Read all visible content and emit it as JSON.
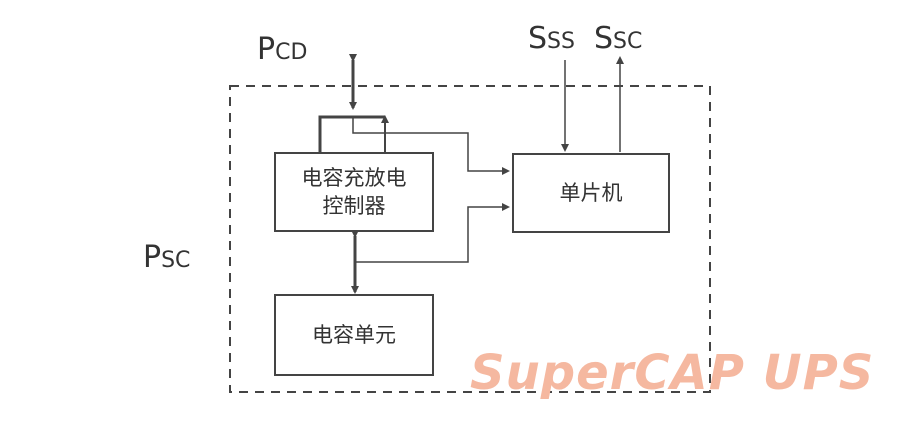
{
  "labels": {
    "pcd": {
      "main": "P",
      "sub": "CD"
    },
    "psc": {
      "main": "P",
      "sub": "SC"
    },
    "sss": {
      "main": "S",
      "sub": "SS"
    },
    "ssc": {
      "main": "S",
      "sub": "SC"
    }
  },
  "blocks": {
    "controller": {
      "line1": "电容充放电",
      "line2": "控制器"
    },
    "mcu": {
      "text": "单片机"
    },
    "capacitor": {
      "text": "电容单元"
    }
  },
  "watermark": "SuperCAP UPS",
  "colors": {
    "line": "#444444",
    "text": "#333333",
    "watermark": "#f5b8a0"
  }
}
